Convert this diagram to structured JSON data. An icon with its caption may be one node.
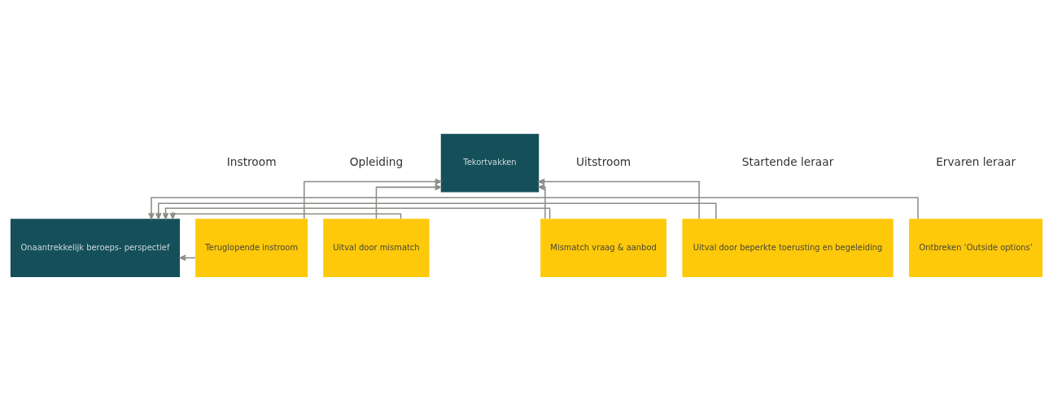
{
  "diagram": {
    "nodes": [
      {
        "text": [
          "Tekortvakken"
        ]
      },
      {
        "text": [
          "Onaantrekkelijk beroeps- perspectief"
        ]
      },
      {
        "text": [
          "Teruglopende instroom"
        ]
      },
      {
        "text": [
          "Uitval door mismatch"
        ]
      },
      {
        "text": [
          "Mismatch vraag & aanbod"
        ]
      },
      {
        "text": [
          "Uitval door beperkte toerusting en begeleiding"
        ]
      },
      {
        "text": [
          "Ontbreken ‘Outside options’"
        ]
      }
    ],
    "edges": [
      {
        "from": 2,
        "to": 0,
        "arrow": "to"
      },
      {
        "from": 3,
        "to": 0,
        "arrow": "to"
      },
      {
        "from": 4,
        "to": 0,
        "arrow": "to"
      },
      {
        "from": 5,
        "to": 0,
        "arrow": "to"
      },
      {
        "from": 2,
        "to": 1,
        "arrow": "to"
      },
      {
        "from": 3,
        "to": 1,
        "arrow": "to"
      },
      {
        "from": 4,
        "to": 1,
        "arrow": "to"
      },
      {
        "from": 5,
        "to": 1,
        "arrow": "to"
      },
      {
        "from": 6,
        "to": 1,
        "arrow": "to"
      }
    ],
    "labels": [
      "Instroom",
      "Opleiding",
      "Uitstroom",
      "Startende leraar",
      "Ervaren leraar"
    ]
  }
}
